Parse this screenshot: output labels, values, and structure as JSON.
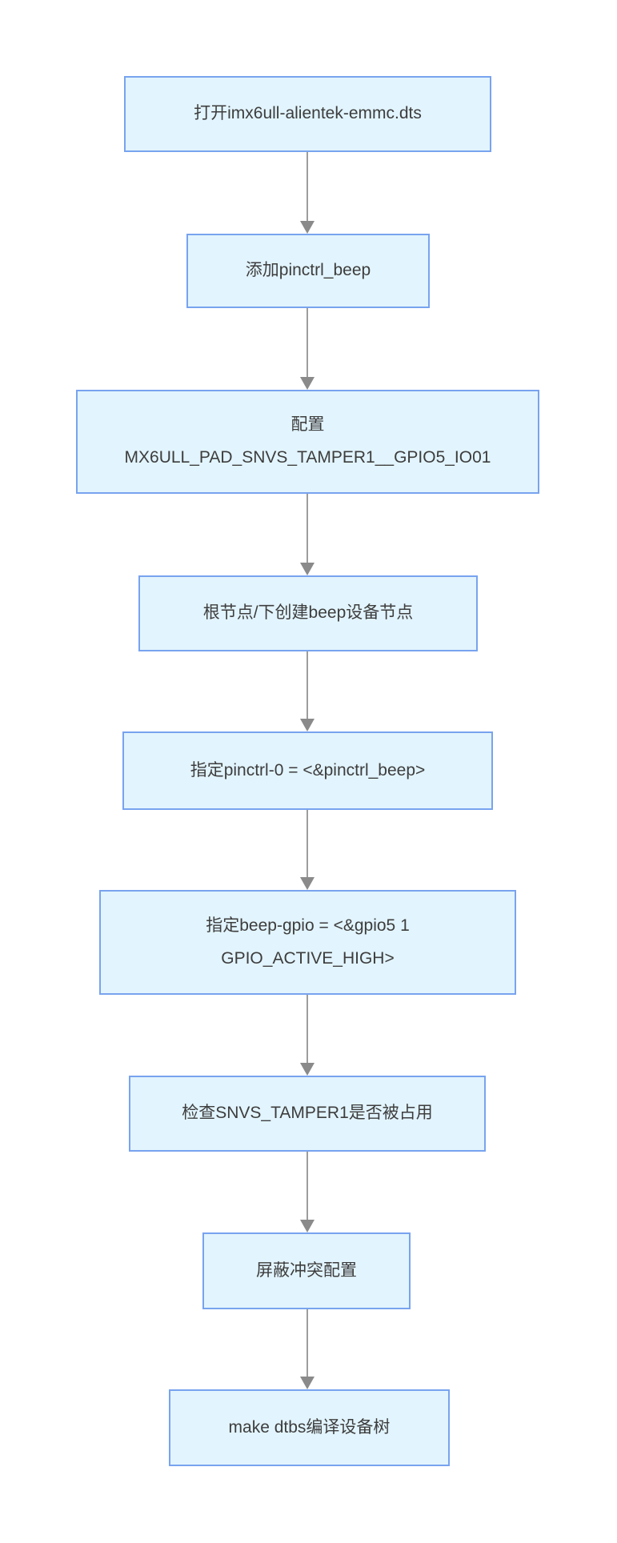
{
  "flowchart": {
    "description": "Vertical flowchart of device-tree beep configuration steps",
    "nodes": [
      {
        "id": 1,
        "label": "打开imx6ull-alientek-emmc.dts"
      },
      {
        "id": 2,
        "label": "添加pinctrl_beep"
      },
      {
        "id": 3,
        "label": "配置\nMX6ULL_PAD_SNVS_TAMPER1__GPIO5_IO01"
      },
      {
        "id": 4,
        "label": "根节点/下创建beep设备节点"
      },
      {
        "id": 5,
        "label": "指定pinctrl-0 = <&pinctrl_beep>"
      },
      {
        "id": 6,
        "label": "指定beep-gpio = <&gpio5 1\nGPIO_ACTIVE_HIGH>"
      },
      {
        "id": 7,
        "label": "检查SNVS_TAMPER1是否被占用"
      },
      {
        "id": 8,
        "label": "屏蔽冲突配置"
      },
      {
        "id": 9,
        "label": "make dtbs编译设备树"
      }
    ],
    "edges": [
      {
        "from": 1,
        "to": 2
      },
      {
        "from": 2,
        "to": 3
      },
      {
        "from": 3,
        "to": 4
      },
      {
        "from": 4,
        "to": 5
      },
      {
        "from": 5,
        "to": 6
      },
      {
        "from": 6,
        "to": 7
      },
      {
        "from": 7,
        "to": 8
      },
      {
        "from": 8,
        "to": 9
      }
    ],
    "colors": {
      "node_fill": "#e2f4fd",
      "node_border": "#78a3ef",
      "text_color": "#3d3d3d",
      "connector_color": "#9d9d9d",
      "arrowhead_color": "#8a8a8a"
    }
  }
}
